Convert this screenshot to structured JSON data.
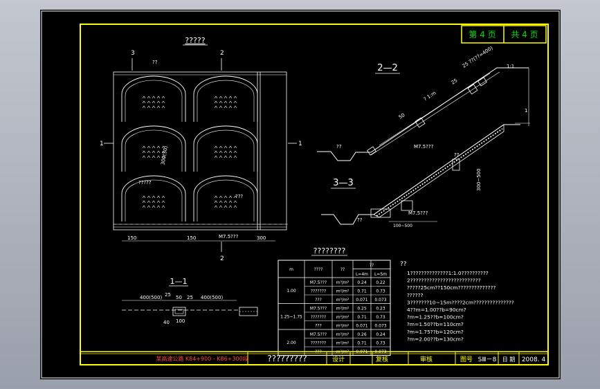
{
  "title_block": {
    "page_no": "第 4 页",
    "total_pages": "共 4 页",
    "project": "某高速公路 K84+900 - K86+300段",
    "drawing_title": "?????????",
    "design": "设计",
    "review": "复核",
    "approve": "审核",
    "drawing_no_label": "图号",
    "drawing_no": "SⅢ－8",
    "date_label": "日 期",
    "date": "2008. 4"
  },
  "plan_view": {
    "title": "?????",
    "label_3": "3",
    "label_2_top": "2",
    "label_2_bottom": "2",
    "label_1_left": "1",
    "label_1_right": "1",
    "label_top_note": "??",
    "label_slope": "300(50)",
    "label_grass_left": "?????",
    "label_grass_right": "???",
    "label_mortar": "M7.5???",
    "dim_150_left": "150",
    "dim_150_mid": "150",
    "dim_300": "300"
  },
  "section_11": {
    "title": "1—1",
    "dim_left": "400(500)",
    "dim_25a": "25",
    "dim_50": "50",
    "dim_25b": "25",
    "dim_right": "400(500)",
    "dim_depth": "40",
    "dim_100": "100"
  },
  "section_22": {
    "title": "2—2",
    "label_top": "25 ??(??=400)",
    "label_mid": "? 1:m",
    "label_25": "25",
    "label_50": "50",
    "label_ditch": "??",
    "label_mortar": "M7.5???",
    "label_1a": "1",
    "label_1b": "1:1"
  },
  "section_33": {
    "title": "3—3",
    "label_dim": "300~500",
    "label_mortar": "M7.5???",
    "label_bottom": "100~500",
    "label_ditch": "??",
    "label_cap": "??"
  },
  "quantity_table": {
    "title": "????????",
    "headers": [
      "m",
      "????",
      "??",
      "??"
    ],
    "subheaders": [
      "L=4m",
      "L=5m"
    ],
    "groups": [
      {
        "m": "1.00",
        "rows": [
          {
            "item": "M7.5???",
            "unit": "m³/m²",
            "v4": "0.24",
            "v5": "0.22"
          },
          {
            "item": "???????",
            "unit": "m²/m²",
            "v4": "0.71",
            "v5": "0.73"
          },
          {
            "item": "???",
            "unit": "m³/m²",
            "v4": "0.071",
            "v5": "0.073"
          }
        ]
      },
      {
        "m": "1.25~1.75",
        "rows": [
          {
            "item": "M7.5???",
            "unit": "m³/m²",
            "v4": "0.25",
            "v5": "0.23"
          },
          {
            "item": "???????",
            "unit": "m²/m²",
            "v4": "0.71",
            "v5": "0.73"
          },
          {
            "item": "???",
            "unit": "m³/m²",
            "v4": "0.071",
            "v5": "0.073"
          }
        ]
      },
      {
        "m": "2.00",
        "rows": [
          {
            "item": "M7.5???",
            "unit": "m³/m²",
            "v4": "0.26",
            "v5": "0.24"
          },
          {
            "item": "???????",
            "unit": "m²/m²",
            "v4": "0.71",
            "v5": "0.73"
          },
          {
            "item": "???",
            "unit": "m³/m²",
            "v4": "0.071",
            "v5": "0.073"
          }
        ]
      }
    ]
  },
  "notes": {
    "heading": "??",
    "lines": [
      "1??????????????1:1.0??????????",
      "2??????????????????????????",
      "   ?????25cm??150cm??????????????",
      "   ??????",
      "3???????10~15m????2cm???????????????",
      "4??m=1.00??b=90cm?",
      "   ?m=1.25??b=100cm?",
      "   ?m=1.50??b=110cm?",
      "   ?m=1.75??b=120cm?",
      "   ?m=2.00??b=130cm?"
    ]
  },
  "colors": {
    "frame": "#ffff00",
    "line": "#ffffff",
    "green_text": "#00e000",
    "paper": "#000000"
  }
}
